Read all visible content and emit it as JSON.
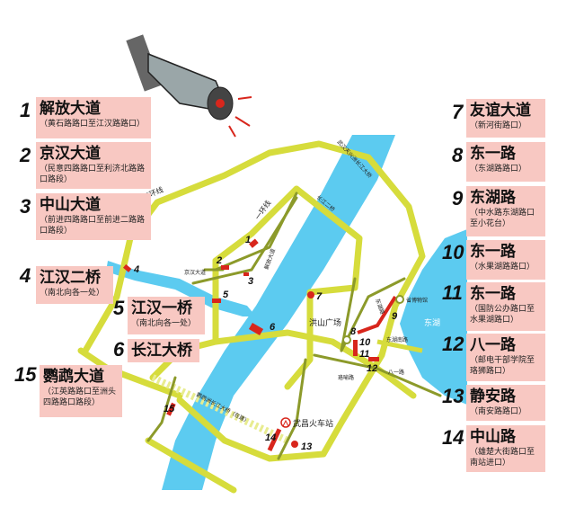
{
  "colors": {
    "road_main": "#d6dc3c",
    "road_minor": "#8c9a2a",
    "water": "#5ccbf0",
    "box": "#f8c8c2",
    "camera_marker": "#d8261c"
  },
  "legend": [
    {
      "num": "1",
      "title": "解放大道",
      "sub": "（黄石路路口至江汉路路口）"
    },
    {
      "num": "2",
      "title": "京汉大道",
      "sub": "（民意四路路口至利济北路路口路段）"
    },
    {
      "num": "3",
      "title": "中山大道",
      "sub": "（前进四路路口至前进二路路口路段）"
    },
    {
      "num": "4",
      "title": "江汉二桥",
      "sub": "（南北向各一处）"
    },
    {
      "num": "5",
      "title": "江汉一桥",
      "sub": "（南北向各一处）"
    },
    {
      "num": "6",
      "title": "长江大桥",
      "sub": ""
    },
    {
      "num": "15",
      "title": "鹦鹉大道",
      "sub": "（江英路路口至洲头四路路口路段）"
    },
    {
      "num": "7",
      "title": "友谊大道",
      "sub": "（新河街路口）"
    },
    {
      "num": "8",
      "title": "东一路",
      "sub": "（东湖路路口）"
    },
    {
      "num": "9",
      "title": "东湖路",
      "sub": "（中水路东湖路口至小花台）"
    },
    {
      "num": "10",
      "title": "东一路",
      "sub": "（水果湖路路口）"
    },
    {
      "num": "11",
      "title": "东一路",
      "sub": "（国防公办路口至水果湖路口）"
    },
    {
      "num": "12",
      "title": "八一路",
      "sub": "（邮电干部学院至珞狮路口）"
    },
    {
      "num": "13",
      "title": "静安路",
      "sub": "（南安路路口）"
    },
    {
      "num": "14",
      "title": "中山路",
      "sub": "（雄楚大街路口至南站进口）"
    }
  ],
  "map_labels": {
    "ring2": "二环线",
    "ring1": "一环线",
    "jinghan": "京汉大道",
    "jiefang": "解放大道",
    "bridge_tianxingzhou": "武汉天兴洲长江大桥",
    "bridge_2": "长江二桥",
    "hongshan": "洪山广场",
    "donghu": "东湖",
    "museum": "省博物馆",
    "donghu_road": "东湖路",
    "donghu_south": "东湖南路",
    "bayi": "八一路",
    "luoyu": "珞喻路",
    "bridge_yingwuzhou": "鹦鹉洲长江大桥（在建）",
    "station": "武昌火车站"
  },
  "marker_numbers": [
    "1",
    "2",
    "3",
    "4",
    "5",
    "6",
    "7",
    "8",
    "9",
    "10",
    "11",
    "12",
    "13",
    "14",
    "15"
  ]
}
